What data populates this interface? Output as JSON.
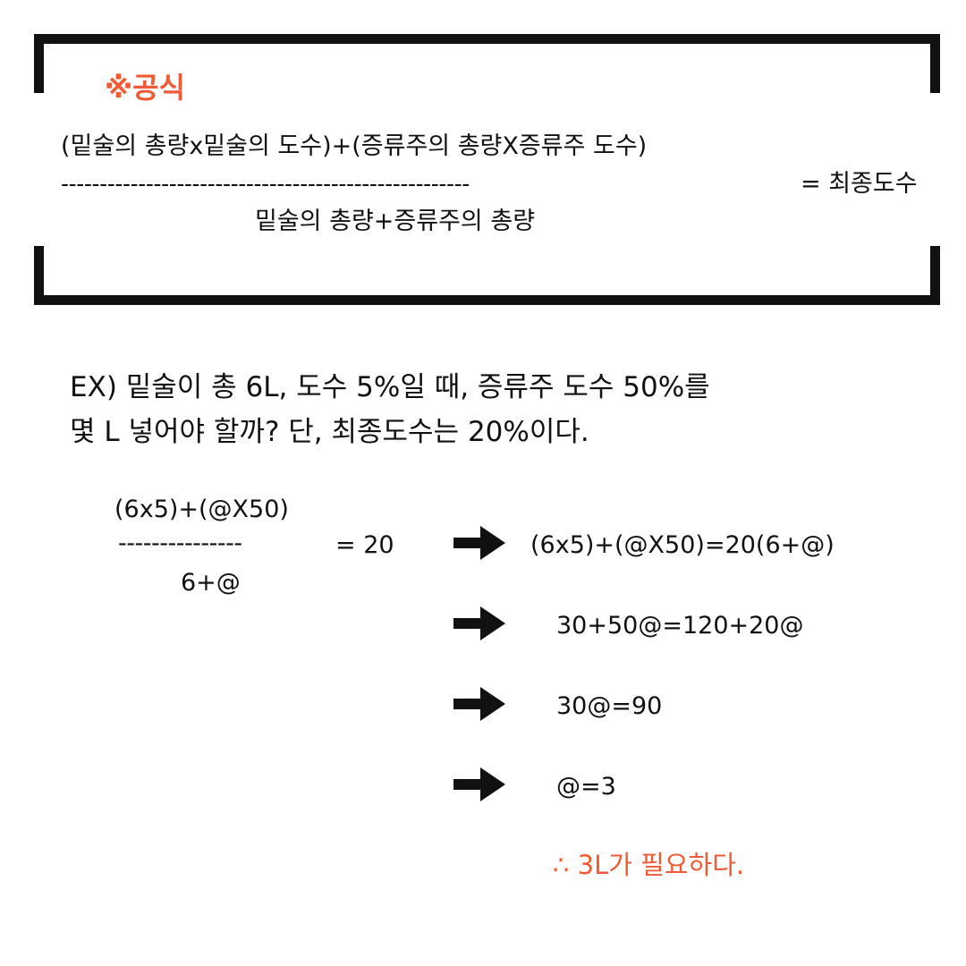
{
  "formula_box": {
    "heading": "※공식",
    "numerator": "(밑술의 총량x밑술의 도수)+(증류주의 총량X증류주 도수)",
    "divider": "-----------------------------------------------------",
    "equals_result": "= 최종도수",
    "denominator": "밑술의 총량+증류주의 총량"
  },
  "example": {
    "line1": "EX) 밑술이 총 6L, 도수 5%일 때, 증류주 도수 50%를",
    "line2": "몇 L 넣어야 할까? 단, 최종도수는 20%이다."
  },
  "solution": {
    "fraction_numerator": "(6x5)+(@X50)",
    "fraction_divider": "---------------",
    "fraction_denominator": "6+@",
    "fraction_equals": "= 20",
    "steps": [
      "(6x5)+(@X50)=20(6+@)",
      "30+50@=120+20@",
      "30@=90",
      "@=3"
    ],
    "conclusion": "∴ 3L가 필요하다."
  },
  "colors": {
    "accent": "#f05a34",
    "text": "#111111",
    "bracket": "#111111"
  },
  "icons": {
    "step_arrow": "right-arrow-icon"
  }
}
